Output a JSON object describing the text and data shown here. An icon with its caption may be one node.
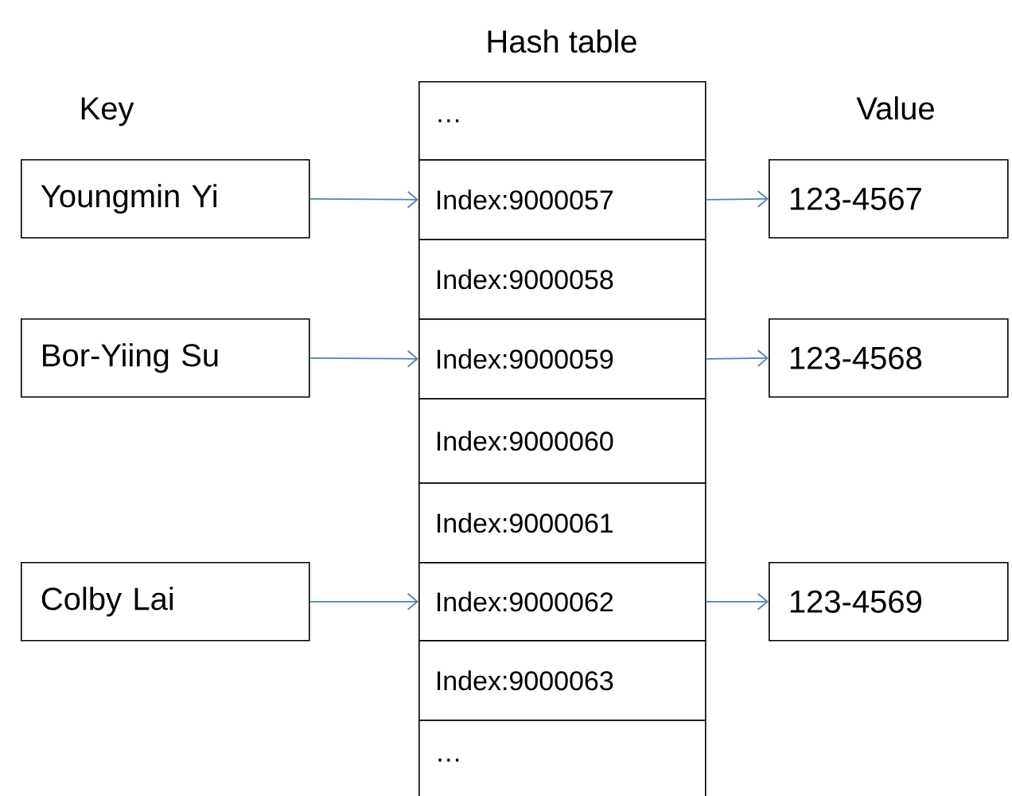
{
  "diagram": {
    "title": "Hash table",
    "nodes": [
      {
        "text": [
          "Youngmin Yi"
        ]
      },
      {
        "text": [
          "Bor-Yiing Su"
        ]
      },
      {
        "text": [
          "Colby Lai"
        ]
      },
      {
        "text": [
          "…"
        ]
      },
      {
        "text": [
          "Index:9000057"
        ]
      },
      {
        "text": [
          "Index:9000058"
        ]
      },
      {
        "text": [
          "Index:9000059"
        ]
      },
      {
        "text": [
          "Index:9000060"
        ]
      },
      {
        "text": [
          "Index:9000061"
        ]
      },
      {
        "text": [
          "Index:9000062"
        ]
      },
      {
        "text": [
          "Index:9000063"
        ]
      },
      {
        "text": [
          "…"
        ]
      },
      {
        "text": [
          "123-4567"
        ]
      },
      {
        "text": [
          "123-4568"
        ]
      },
      {
        "text": [
          "123-4569"
        ]
      }
    ],
    "edges": [
      {
        "from": 0,
        "to": 4,
        "arrow": "to"
      },
      {
        "from": 1,
        "to": 6,
        "arrow": "to"
      },
      {
        "from": 2,
        "to": 9,
        "arrow": "to"
      },
      {
        "from": 4,
        "to": 12,
        "arrow": "to"
      },
      {
        "from": 6,
        "to": 13,
        "arrow": "to"
      },
      {
        "from": 9,
        "to": 14,
        "arrow": "to"
      }
    ],
    "labels": [
      "Key",
      "Value"
    ]
  }
}
